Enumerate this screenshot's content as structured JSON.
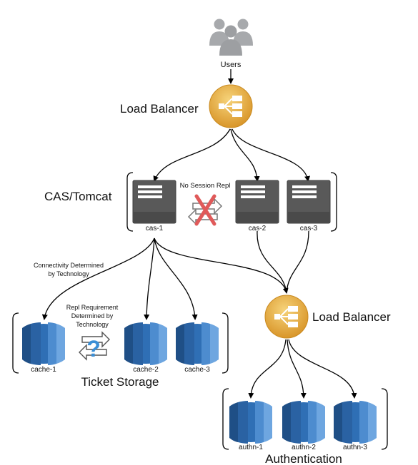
{
  "users": {
    "label": "Users"
  },
  "load_balancer_top": {
    "label": "Load Balancer"
  },
  "cas_group": {
    "label": "CAS/Tomcat",
    "servers": [
      "cas-1",
      "cas-2",
      "cas-3"
    ],
    "session_note": "No Session Repl"
  },
  "connectivity_note": [
    "Connectivity Determined",
    "by Technology"
  ],
  "repl_note": [
    "Repl Requirement",
    "Determined by",
    "Technology"
  ],
  "ticket_storage": {
    "label": "Ticket Storage",
    "caches": [
      "cache-1",
      "cache-2",
      "cache-3"
    ]
  },
  "load_balancer_auth": {
    "label": "Load Balancer"
  },
  "authentication": {
    "label": "Authentication",
    "nodes": [
      "authn-1",
      "authn-2",
      "authn-3"
    ]
  },
  "colors": {
    "lb_gold": "#e8b04a",
    "server_gray": "#5a5a5a",
    "db_blue": "#2f6fb5",
    "users_gray": "#a7a9ac",
    "cross_red": "#e05a5a",
    "question_blue": "#3b8fd6"
  },
  "icons": [
    "users-icon",
    "load-balancer-icon",
    "server-icon",
    "database-icon",
    "replication-arrows-icon",
    "question-icon",
    "cross-icon"
  ]
}
